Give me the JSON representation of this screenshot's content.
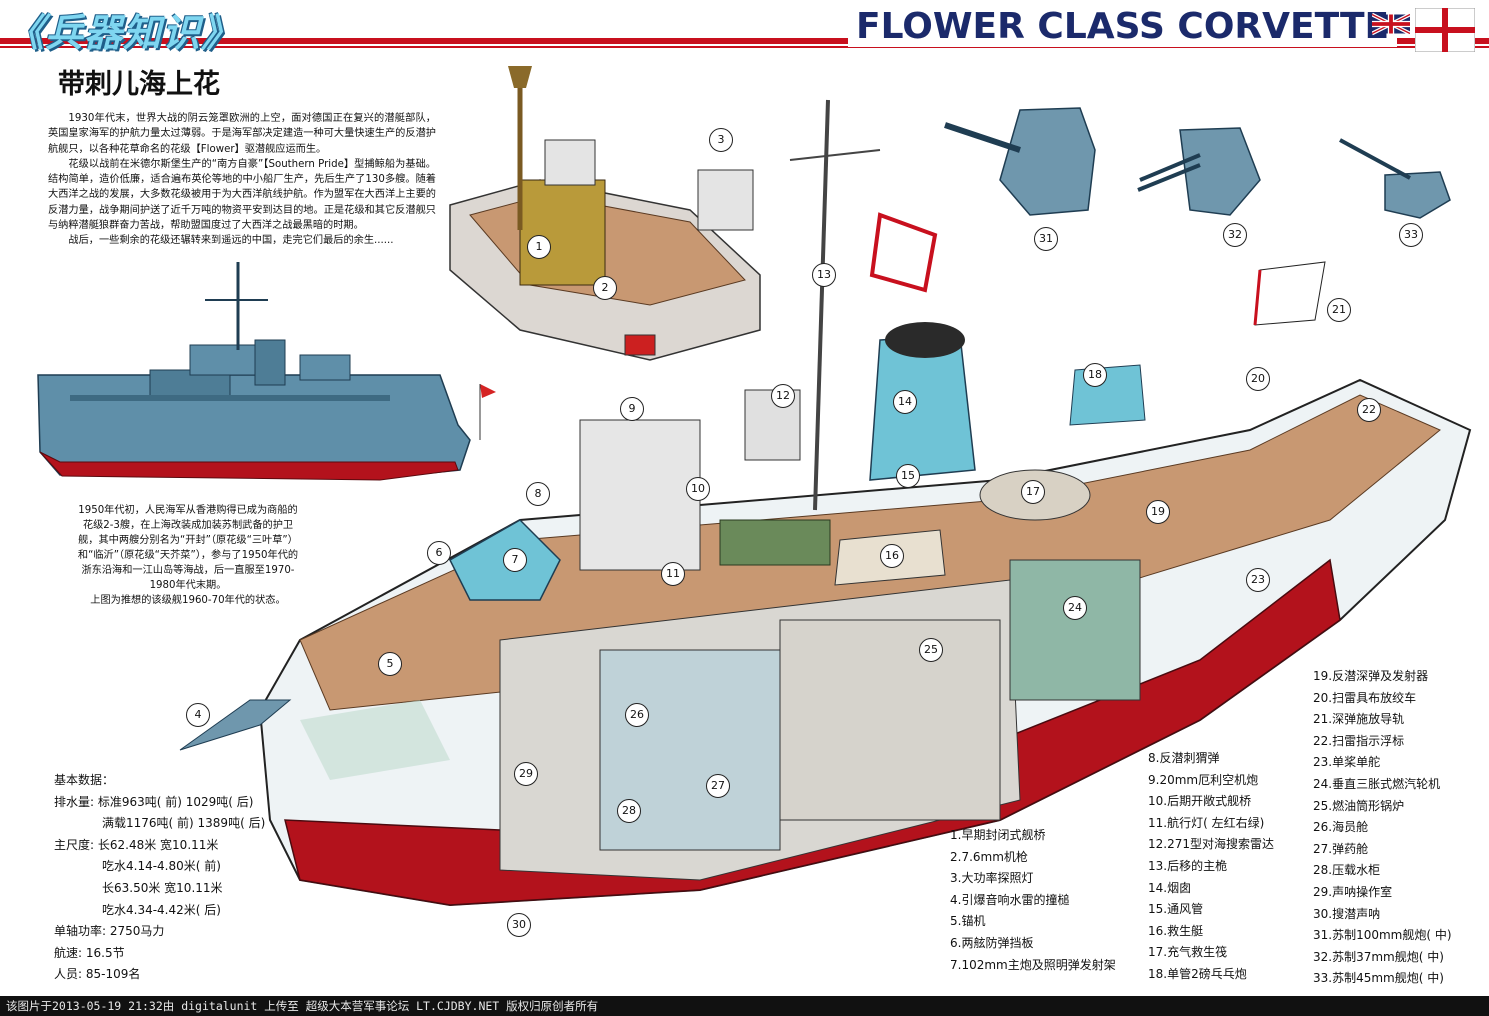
{
  "header": {
    "magazine_logo": "《兵器知识》",
    "title": "FLOWER CLASS CORVETTE",
    "accent_red": "#c8101e",
    "title_navy": "#1b2a6b"
  },
  "subtitle": "带刺儿海上花",
  "intro": [
    "1930年代末，世界大战的阴云笼罩欧洲的上空，面对德国正在复兴的潜艇部队，英国皇家海军的护航力量太过薄弱。于是海军部决定建造一种可大量快速生产的反潜护航舰只，以各种花草命名的花级【Flower】驱潜舰应运而生。",
    "花级以战前在米德尔斯堡生产的“南方自豪”【Southern Pride】型捕鲸船为基础。结构简单，造价低廉，适合遍布英伦等地的中小船厂生产，先后生产了130多艘。随着大西洋之战的发展，大多数花级被用于为大西洋航线护航。作为盟军在大西洋上主要的反潜力量，战争期间护送了近千万吨的物资平安到达目的地。正是花级和其它反潜舰只与纳粹潜艇狼群奋力苦战，帮助盟国度过了大西洋之战最黑暗的时期。",
    "战后，一些剩余的花级还辗转来到遥远的中国，走完它们最后的余生......"
  ],
  "history": [
    "1950年代初，人民海军从香港购得已成为商船的花级2-3艘，在上海改装成加装苏制武备的护卫舰，其中两艘分别名为“开封”（原花级“三叶草”）和“临沂”（原花级“天芥菜”），参与了1950年代的浙东沿海和一江山岛等海战，后一直服至1970-1980年代末期。",
    "上图为推想的该级舰1960-70年代的状态。"
  ],
  "specs": {
    "heading": "基本数据：",
    "rows": [
      {
        "label": "排水量:",
        "value": "标准963吨( 前) 1029吨( 后)"
      },
      {
        "label": "",
        "value": "满载1176吨( 前) 1389吨( 后)"
      },
      {
        "label": "主尺度:",
        "value": "长62.48米 宽10.11米"
      },
      {
        "label": "",
        "value": "吃水4.14-4.80米( 前)"
      },
      {
        "label": "",
        "value": "长63.50米 宽10.11米"
      },
      {
        "label": "",
        "value": "吃水4.34-4.42米( 后)"
      },
      {
        "label": "单轴功率:",
        "value": "2750马力"
      },
      {
        "label": "航速:",
        "value": "16.5节"
      },
      {
        "label": "人员:",
        "value": "85-109名"
      }
    ]
  },
  "legend": {
    "col1": [
      "1.早期封闭式舰桥",
      "2.7.6mm机枪",
      "3.大功率探照灯",
      "4.引爆音响水雷的撞槌",
      "5.锚机",
      "6.两舷防弹挡板",
      "7.102mm主炮及照明弹发射架"
    ],
    "col2": [
      "8.反潜刺猬弹",
      "9.20mm厄利空机炮",
      "10.后期开敞式舰桥",
      "11.航行灯( 左红右绿)",
      "12.271型对海搜索雷达",
      "13.后移的主桅",
      "14.烟囱",
      "15.通风管",
      "16.救生艇",
      "17.充气救生筏",
      "18.单管2磅乓乓炮"
    ],
    "col3": [
      "19.反潜深弹及发射器",
      "20.扫雷具布放绞车",
      "21.深弹施放导轨",
      "22.扫雷指示浮标",
      "23.单桨单舵",
      "24.垂直三胀式燃汽轮机",
      "25.燃油筒形锅炉",
      "26.海员舱",
      "27.弹药舱",
      "28.压载水柜",
      "29.声呐操作室",
      "30.搜潜声呐",
      "31.苏制100mm舰炮( 中)",
      "32.苏制37mm舰炮( 中)",
      "33.苏制45mm舰炮( 中)"
    ]
  },
  "callouts": [
    "1",
    "2",
    "3",
    "4",
    "5",
    "6",
    "7",
    "8",
    "9",
    "10",
    "11",
    "12",
    "13",
    "14",
    "15",
    "16",
    "17",
    "18",
    "19",
    "20",
    "21",
    "22",
    "23",
    "24",
    "25",
    "26",
    "27",
    "28",
    "29",
    "30",
    "31",
    "32",
    "33"
  ],
  "footer": "该图片于2013-05-19 21:32由 digitalunit 上传至 超级大本营军事论坛 LT.CJDBY.NET 版权归原创者所有",
  "colors": {
    "hull_red": "#b3121c",
    "hull_white": "#eef3f5",
    "deck_wood": "#c89872",
    "superstructure_blue": "#5b8fa8",
    "side_view_blue": "#5f8fa9",
    "cyan": "#6fc3d6"
  }
}
